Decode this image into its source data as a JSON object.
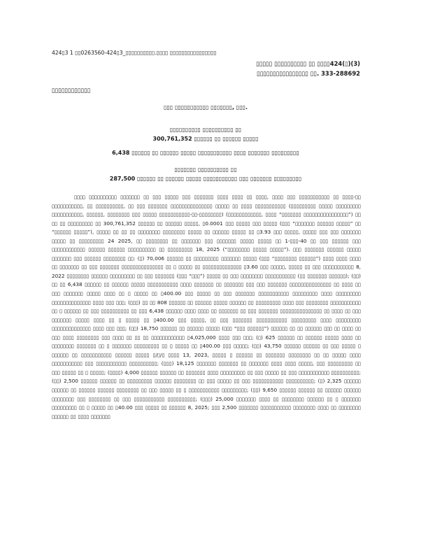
{
  "header": {
    "file_line": "424▯3 1 ▯▯0263560-424▯3_▯▯▯▯▯▯▯▯▯▯.▯▯▯▯ ▯▯▯▯▯▯▯▯▯▯▯▯▯▯▯▯",
    "filing_rule": "▯▯▯▯▯ ▯▯▯▯▯▯▯▯▯▯ ▯▯ ▯▯▯▯424(▯)(3)",
    "registration_no": "▯▯▯▯▯▯▯▯▯▯▯▯▯▯▯▯ ▯▯. 333-288692"
  },
  "prospectus_label": "▯▯▯▯▯▯▯▯▯▯▯▯",
  "company_name": "▯▯▯ ▯▯▯▯▯▯▯▯▯▯▯ ▯▯▯▯▯▯▯, ▯▯▯.",
  "title_block_1": {
    "line1": "▯▯▯▯▯▯▯▯▯▯ ▯▯▯▯▯▯▯▯▯▯ ▯▯",
    "line2": "300,761,352 ▯▯▯▯▯▯ ▯▯ ▯▯▯▯▯▯ ▯▯▯▯▯"
  },
  "title_block_2": {
    "line1": "6,438 ▯▯▯▯▯▯ ▯▯ ▯▯▯▯▯▯ ▯▯▯▯▯ ▯▯▯▯▯▯▯▯▯▯▯ ▯▯▯▯ ▯▯▯▯▯▯▯ ▯▯▯▯▯▯▯▯▯"
  },
  "title_block_3": {
    "line1": "▯▯▯▯▯▯▯ ▯▯▯▯▯▯▯▯▯▯ ▯▯",
    "line2": "287,500 ▯▯▯▯▯▯ ▯▯ ▯▯▯▯▯▯ ▯▯▯▯▯ ▯▯▯▯▯▯▯▯▯▯▯ ▯▯▯ ▯▯▯▯▯▯▯ ▯▯▯▯▯▯▯▯▯"
  },
  "body_text": "▯▯▯▯ ▯▯▯▯▯▯▯▯▯▯ ▯▯▯▯▯▯▯ ▯▯ ▯▯▯ ▯▯▯▯▯ ▯▯▯ ▯▯▯▯▯▯▯ ▯▯▯▯ ▯▯▯▯ ▯▯ ▯▯▯▯, ▯▯▯▯ ▯▯▯ ▯▯▯▯▯▯▯▯▯▯▯ ▯▯ ▯▯▯▯-▯▯ ▯▯▯▯▯▯▯▯▯▯▯, ▯▯ ▯▯▯▯▯▯▯▯▯▯, ▯▯ ▯▯▯ ▯▯▯▯▯▯▯ ▯▯▯▯▯▯▯▯▯▯▯▯▯▯▯ ▯▯▯▯▯ ▯▯ ▯▯▯▯ ▯▯▯▯▯▯▯▯▯▯▯ (▯▯▯▯▯▯▯▯▯ ▯▯▯▯▯ ▯▯▯▯▯▯▯▯▯ ▯▯▯▯▯▯▯▯▯▯▯, ▯▯▯▯▯▯, ▯▯▯▯▯▯▯▯ ▯▯▯ ▯▯▯▯▯ ▯▯▯▯▯▯▯▯▯▯▯-▯▯-▯▯▯▯▯▯▯▯) (▯▯▯▯▯▯▯▯▯▯▯▯, ▯▯▯▯ “▯▯▯▯▯▯▯ ▯▯▯▯▯▯▯▯▯▯▯▯▯▯▯▯”) ▯▯ ▯▯ ▯▯ ▯▯▯▯▯▯▯▯▯ ▯▯ 300,761,352 ▯▯▯▯▯▯ ▯▯ ▯▯▯▯▯▯ ▯▯▯▯▯, ▯0.0001 ▯▯▯ ▯▯▯▯▯ ▯▯▯ ▯▯▯▯▯ (▯▯▯ “▯▯▯▯▯▯▯ ▯▯▯▯▯▯ ▯▯▯▯▯” ▯▯ “▯▯▯▯▯▯ ▯▯▯▯▯”), ▯▯▯▯▯ ▯▯ ▯▯ ▯▯ ▯▯▯▯▯▯▯▯ ▯▯▯▯▯▯▯▯ ▯▯▯▯▯ ▯▯ ▯▯▯▯▯▯ ▯▯▯▯▯ ▯▯ ▯3.93 ▯▯▯ ▯▯▯▯▯, ▯▯▯▯▯ ▯▯▯ ▯▯▯ ▯▯▯▯▯▯▯ ▯▯▯▯▯ ▯▯ ▯▯▯▯▯▯▯▯▯ 24 2025, ▯▯ ▯▯▯▯▯▯▯▯ ▯▯ ▯▯▯▯▯▯▯ ▯▯▯ ▯▯▯▯▯▯▯ ▯▯▯▯▯ ▯▯▯▯▯ ▯▯ 1-▯▯▯-40 ▯▯ ▯▯▯ ▯▯▯▯▯▯ ▯▯▯ ▯▯▯▯▯▯▯▯▯▯▯▯ ▯▯▯▯▯▯ ▯▯▯▯▯▯ ▯▯▯▯▯▯▯▯▯▯ ▯▯ ▯▯▯▯▯▯▯▯▯ 18, 2025 (“▯▯▯▯▯▯▯▯ ▯▯▯▯▯ ▯▯▯▯▯”). ▯▯▯ ▯▯▯▯▯▯▯ ▯▯▯▯▯▯ ▯▯▯▯▯ ▯▯▯▯▯▯▯ ▯▯▯ ▯▯▯▯▯▯ ▯▯▯▯▯▯▯▯ ▯▯: (▯) 70,006 ▯▯▯▯▯▯ ▯▯ ▯▯▯▯▯▯▯▯▯ ▯▯▯▯▯▯▯ ▯▯▯▯▯ (▯▯▯ “▯▯▯▯▯▯▯▯ ▯▯▯▯▯▯”) ▯▯▯▯ ▯▯▯▯ ▯▯▯▯ ▯▯ ▯▯▯▯▯▯▯ ▯▯ ▯▯▯ ▯▯▯▯▯▯▯ ▯▯▯▯▯▯▯▯▯▯▯▯▯▯▯ ▯▯ ▯ ▯▯▯▯▯ ▯▯ ▯▯▯▯▯▯▯▯▯▯▯▯▯▯ ▯3.60 ▯▯▯ ▯▯▯▯▯, ▯▯▯▯▯ ▯▯ ▯▯▯ ▯▯▯▯▯▯▯▯▯▯▯ 8, 2022 ▯▯▯▯▯▯▯▯ ▯▯▯▯▯▯ ▯▯▯▯▯▯▯▯▯ ▯▯ ▯▯▯ ▯▯▯▯▯▯▯ (▯▯▯ “▯▯▯”) ▯▯▯▯▯ ▯▯ ▯▯▯ ▯▯▯▯▯▯▯▯ ▯▯▯▯▯▯▯▯▯▯▯ (▯▯ ▯▯▯▯▯▯▯ ▯▯▯▯▯▯); (▯▯) ▯▯ ▯▯ 6,438 ▯▯▯▯▯▯ ▯▯ ▯▯▯▯▯▯ ▯▯▯▯▯ ▯▯▯▯▯▯▯▯▯▯▯ ▯▯▯▯ ▯▯▯▯▯▯▯ ▯▯ ▯▯▯▯▯▯▯ ▯▯▯ ▯▯▯ ▯▯▯▯▯▯▯ ▯▯▯▯▯▯▯▯▯▯▯▯▯▯▯ ▯▯ ▯▯▯▯ ▯▯ ▯▯▯ ▯▯▯▯▯▯▯ ▯▯▯▯▯ ▯▯▯▯ ▯▯ ▯ ▯▯▯▯▯ ▯▯ ▯400.00 ▯▯▯ ▯▯▯▯▯ ▯▯ ▯▯▯ ▯▯▯▯▯▯▯ ▯▯▯▯▯▯▯▯▯▯▯ ▯▯▯▯▯▯▯▯▯ ▯▯▯▯ ▯▯▯▯▯▯▯▯▯ ▯▯▯▯▯▯▯▯▯▯▯▯▯▯ ▯▯▯▯ ▯▯▯ ▯▯▯; (▯▯▯) ▯▯ ▯▯ 808 ▯▯▯▯▯▯ ▯▯ ▯▯▯▯▯▯ ▯▯▯▯▯ ▯▯▯▯▯▯ ▯▯ ▯▯▯▯▯▯▯▯▯ ▯▯▯▯ ▯▯▯ ▯▯▯▯▯▯▯▯ ▯▯▯▯▯▯▯▯▯▯▯ ▯▯ ▯ ▯▯▯▯▯▯ ▯▯ ▯▯▯ ▯▯▯▯▯▯▯▯▯▯ ▯▯ ▯▯▯ 6,438 ▯▯▯▯▯▯ ▯▯▯▯ ▯▯▯▯ ▯▯ ▯▯▯▯▯▯▯ ▯▯ ▯▯▯ ▯▯▯▯▯▯▯ ▯▯▯▯▯▯▯▯▯▯▯▯▯▯▯ ▯▯ ▯▯▯▯ ▯▯ ▯▯▯ ▯▯▯▯▯▯▯ ▯▯▯▯▯ ▯▯▯▯ ▯▯ ▯ ▯▯▯▯▯ ▯▯ ▯400.00 ▯▯▯ ▯▯▯▯▯, ▯▯ ▯▯▯ ▯▯▯▯▯▯▯ ▯▯▯▯▯▯▯▯▯▯▯ ▯▯▯▯▯▯▯▯▯ ▯▯▯▯ ▯▯▯▯▯▯▯▯▯ ▯▯▯▯▯▯▯▯▯▯▯▯▯▯ ▯▯▯▯ ▯▯▯ ▯▯▯; (▯▯) 18,750 ▯▯▯▯▯▯ ▯▯ ▯▯▯▯▯▯ ▯▯▯▯▯ (▯▯▯ “▯▯▯ ▯▯▯▯▯▯”) ▯▯▯▯▯▯ ▯▯ ▯▯ ▯▯▯▯▯▯ ▯▯▯ ▯▯ ▯▯▯▯ ▯▯ ▯▯▯ ▯▯▯▯ ▯▯▯▯▯▯▯▯ ▯▯▯ ▯▯▯▯ ▯▯ ▯▯ ▯▯ ▯▯▯▯▯▯▯▯▯▯▯▯ ▯4,025,000 ▯▯▯▯ ▯▯▯ ▯▯▯; (▯) 625 ▯▯▯▯▯▯ ▯▯ ▯▯▯▯▯▯ ▯▯▯▯▯ ▯▯▯▯ ▯▯ ▯▯▯▯▯▯▯▯ ▯▯▯▯▯▯▯ ▯▯ ▯ ▯▯▯▯▯▯▯ ▯▯▯▯▯▯▯▯▯ ▯▯ ▯ ▯▯▯▯▯ ▯▯ ▯400.00 ▯▯▯ ▯▯▯▯▯; (▯▯) 43,750 ▯▯▯▯▯▯ ▯▯▯▯▯▯ ▯▯ ▯▯▯ ▯▯▯▯▯ ▯ ▯▯▯▯▯▯ ▯▯ ▯▯▯▯▯▯▯▯▯▯▯ ▯▯▯▯▯▯ ▯▯▯▯▯ ▯/▯/▯ ▯▯▯▯ 13, 2023, ▯▯▯▯▯ ▯ ▯▯▯▯▯▯ ▯▯ ▯▯▯▯▯▯▯ ▯▯▯▯▯▯▯▯ ▯▯ ▯▯ ▯▯▯▯▯ ▯▯▯▯ ▯▯▯▯▯▯▯▯▯▯▯ ▯▯▯ ▯▯▯▯▯▯▯▯▯▯▯ ▯▯▯▯▯▯▯▯▯▯; (▯▯▯) 18,125 ▯▯▯▯▯▯▯ ▯▯▯▯▯▯▯ ▯▯ ▯▯▯▯▯▯▯ ▯▯▯▯ ▯▯▯▯ ▯▯▯▯▯, ▯▯▯ ▯▯▯▯▯▯▯▯▯ ▯▯ ▯▯▯ ▯▯▯▯▯ ▯▯ ▯ ▯▯▯▯▯; (▯▯▯▯) 4,000 ▯▯▯▯▯▯ ▯▯▯▯▯▯ ▯▯ ▯▯▯▯▯▯▯ ▯▯▯▯ ▯▯▯▯▯▯▯▯▯ ▯▯ ▯▯▯ ▯▯▯▯▯ ▯▯ ▯▯▯ ▯▯▯▯▯▯▯▯▯▯▯ ▯▯▯▯▯▯▯▯▯▯; (▯▯) 2,500 ▯▯▯▯▯▯ ▯▯▯▯▯▯ ▯▯ ▯▯▯▯▯▯▯▯▯ ▯▯▯▯▯▯ ▯▯▯▯▯▯▯▯ ▯▯ ▯▯▯ ▯▯▯▯▯ ▯▯ ▯▯▯ ▯▯▯▯▯▯▯▯▯▯▯ ▯▯▯▯▯▯▯▯▯▯; (▯) 2,325 ▯▯▯▯▯▯ ▯▯▯▯▯▯ ▯▯ ▯▯▯▯▯▯ ▯▯▯▯▯▯ ▯▯▯▯▯▯▯▯ ▯▯ ▯▯▯ ▯▯▯▯▯ ▯▯ ▯ ▯▯▯▯▯▯▯▯▯▯▯ ▯▯▯▯▯▯▯▯▯; (▯▯) 9,650 ▯▯▯▯▯▯ ▯▯▯▯▯▯ ▯▯ ▯▯▯▯▯▯ ▯▯▯▯▯▯ ▯▯▯▯▯▯▯▯ ▯▯▯ ▯▯▯▯▯▯▯▯ ▯▯ ▯▯▯ ▯▯▯▯▯▯▯▯▯▯▯ ▯▯▯▯▯▯▯▯▯▯; (▯▯▯) 25,000 ▯▯▯▯▯▯▯ ▯▯▯▯ ▯▯ ▯▯▯▯▯▯▯▯ ▯▯▯▯▯▯ ▯▯ ▯ ▯▯▯▯▯▯▯ ▯▯▯▯▯▯▯▯▯ ▯▯ ▯ ▯▯▯▯▯ ▯▯ ▯40.00 ▯▯▯ ▯▯▯▯▯ ▯▯ ▯▯▯▯▯▯ 8, 2025; ▯▯▯ 2,500 ▯▯▯▯▯▯▯ ▯▯▯▯▯▯▯▯▯▯▯ ▯▯▯▯▯▯▯▯ ▯▯▯▯ ▯▯ ▯▯▯▯▯▯▯▯ ▯▯▯▯▯▯ ▯▯ ▯▯▯▯ ▯▯▯▯▯▯▯"
}
